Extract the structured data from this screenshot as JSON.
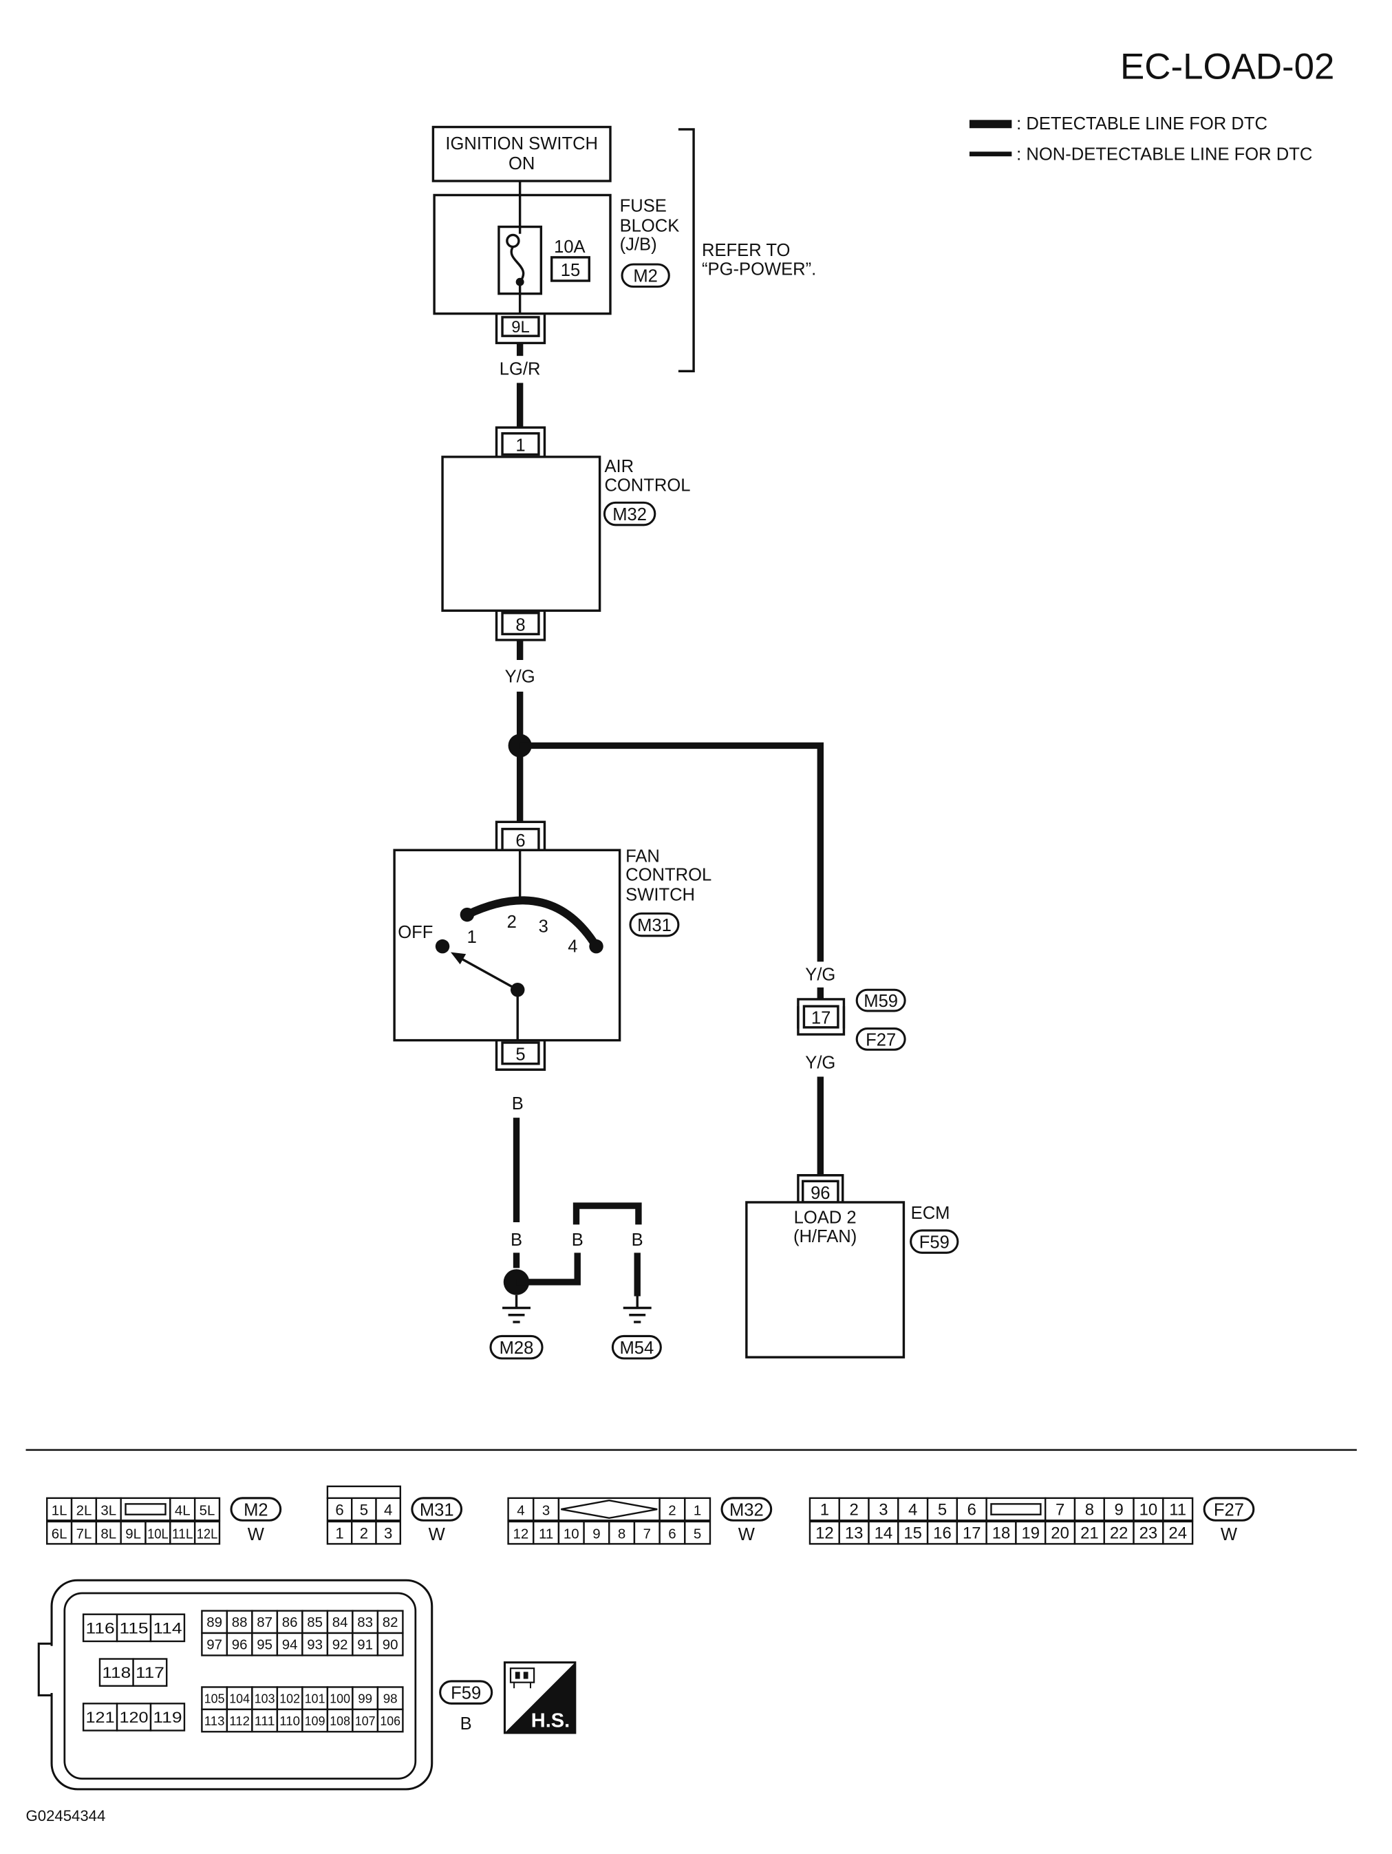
{
  "page_title": "EC-LOAD-02",
  "legend": {
    "detectable": ": DETECTABLE LINE FOR DTC",
    "non_detectable": ": NON-DETECTABLE LINE FOR DTC"
  },
  "ignition_switch": {
    "line1": "IGNITION SWITCH",
    "line2": "ON"
  },
  "fuse_block": {
    "lines": [
      "FUSE",
      "BLOCK",
      "(J/B)"
    ],
    "fuse_rating": "10A",
    "fuse_number": "15",
    "connector": "M2",
    "terminal": "9L"
  },
  "refer_note": [
    "REFER TO",
    "“PG-POWER”."
  ],
  "air_control": {
    "lines": [
      "AIR",
      "CONTROL"
    ],
    "connector": "M32",
    "input_terminal": "1",
    "output_terminal": "8"
  },
  "fan_control_switch": {
    "lines": [
      "FAN",
      "CONTROL",
      "SWITCH"
    ],
    "connector": "M31",
    "input_terminal": "6",
    "output_terminal": "5",
    "positions": [
      "OFF",
      "1",
      "2",
      "3",
      "4"
    ]
  },
  "harness_connector": {
    "terminal": "17",
    "connectors": [
      "M59",
      "F27"
    ]
  },
  "ecm": {
    "label": "ECM",
    "terminal": "96",
    "terminal_name": [
      "LOAD 2",
      "(H/FAN)"
    ],
    "connector": "F59"
  },
  "wire_colors": {
    "fuse_to_air_control": "LG/R",
    "air_control_out": "Y/G",
    "to_harness_connector": "Y/G",
    "harness_to_ecm": "Y/G",
    "switch_out": "B",
    "ground_m28": "B",
    "ground_link_left": "B",
    "ground_link_right": "B"
  },
  "grounds": [
    "M28",
    "M54"
  ],
  "connector_views": [
    {
      "id": "M2",
      "color": "W",
      "top": [
        "1L",
        "2L",
        "3L",
        null,
        "4L",
        "5L"
      ],
      "bottom": [
        "6L",
        "7L",
        "8L",
        "9L",
        "10L",
        "11L",
        "12L"
      ]
    },
    {
      "id": "M31",
      "color": "W",
      "top": [
        "6",
        "5",
        "4"
      ],
      "bottom": [
        "1",
        "2",
        "3"
      ]
    },
    {
      "id": "M32",
      "color": "W",
      "top": [
        "4",
        "3",
        null,
        "2",
        "1"
      ],
      "bottom": [
        "12",
        "11",
        "10",
        "9",
        "8",
        "7",
        "6",
        "5"
      ]
    },
    {
      "id": "F27",
      "color": "W",
      "top": [
        "1",
        "2",
        "3",
        "4",
        "5",
        "6",
        null,
        "7",
        "8",
        "9",
        "10",
        "11"
      ],
      "bottom": [
        "12",
        "13",
        "14",
        "15",
        "16",
        "17",
        "18",
        "19",
        "20",
        "21",
        "22",
        "23",
        "24"
      ]
    }
  ],
  "ecm_connector_view": {
    "id": "F59",
    "color": "B",
    "cavity_groups": [
      [
        "116",
        "115",
        "114"
      ],
      [
        "118",
        "117"
      ],
      [
        "121",
        "120",
        "119"
      ],
      [
        "89",
        "88",
        "87",
        "86",
        "85",
        "84",
        "83",
        "82"
      ],
      [
        "97",
        "96",
        "95",
        "94",
        "93",
        "92",
        "91",
        "90"
      ],
      [
        "105",
        "104",
        "103",
        "102",
        "101",
        "100",
        "99",
        "98"
      ],
      [
        "113",
        "112",
        "111",
        "110",
        "109",
        "108",
        "107",
        "106"
      ]
    ]
  },
  "badge": "H.S.",
  "figure_code": "G02454344"
}
